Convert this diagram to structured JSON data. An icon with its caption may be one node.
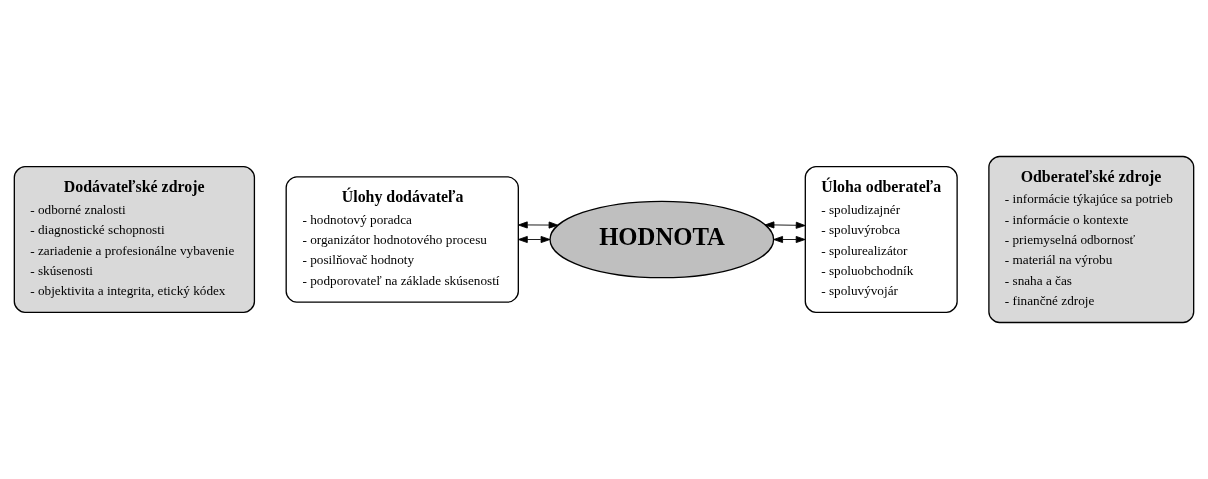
{
  "diagram": {
    "nodes": [
      {
        "text": [
          "Dodávateľské zdroje",
          "- odborné znalosti",
          "- diagnostické schopnosti",
          "- zariadenie a profesionálne vybavenie",
          "- skúsenosti",
          "- objektivita a integrita, etický kódex"
        ]
      },
      {
        "text": [
          "Úlohy dodávateľa",
          "- hodnotový poradca",
          "- organizátor hodnotového procesu",
          "- posilňovač hodnoty",
          "- podporovateľ na základe skúseností"
        ]
      },
      {
        "text": [
          "HODNOTA"
        ]
      },
      {
        "text": [
          "Úloha odberateľa",
          "- spoludizajnér",
          "- spoluvýrobca",
          "- spolurealizátor",
          "- spoluobchodník",
          "- spoluvývojár"
        ]
      },
      {
        "text": [
          "Odberateľské zdroje",
          "- informácie týkajúce sa potrieb",
          "- informácie o kontexte",
          "- priemyselná odbornosť",
          "- materiál na výrobu",
          "- snaha a čas",
          "- finančné zdroje"
        ]
      }
    ],
    "edges": [
      {
        "from": 1,
        "to": 2,
        "arrow": "both"
      },
      {
        "from": 1,
        "to": 2,
        "arrow": "both"
      },
      {
        "from": 2,
        "to": 3,
        "arrow": "both"
      },
      {
        "from": 2,
        "to": 3,
        "arrow": "both"
      }
    ]
  }
}
